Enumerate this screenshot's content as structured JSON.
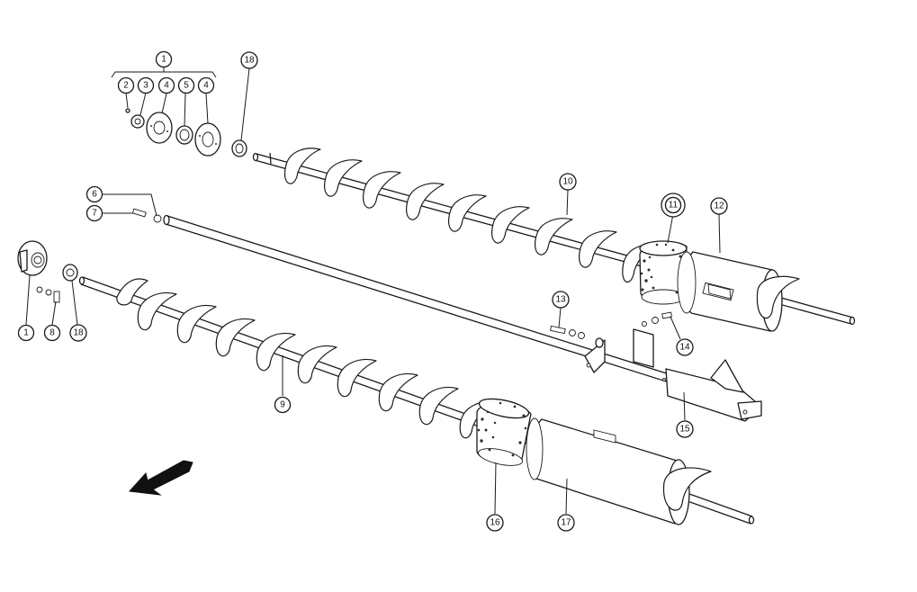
{
  "diagram": {
    "callouts": [
      {
        "id": "c1-top",
        "label": "1",
        "highlighted": false
      },
      {
        "id": "c2",
        "label": "2",
        "highlighted": false
      },
      {
        "id": "c3",
        "label": "3",
        "highlighted": false
      },
      {
        "id": "c4-a",
        "label": "4",
        "highlighted": false
      },
      {
        "id": "c5",
        "label": "5",
        "highlighted": false
      },
      {
        "id": "c4-b",
        "label": "4",
        "highlighted": false
      },
      {
        "id": "c18-top",
        "label": "18",
        "highlighted": false
      },
      {
        "id": "c10",
        "label": "10",
        "highlighted": false
      },
      {
        "id": "c11",
        "label": "11",
        "highlighted": true
      },
      {
        "id": "c12",
        "label": "12",
        "highlighted": false
      },
      {
        "id": "c6",
        "label": "6",
        "highlighted": false
      },
      {
        "id": "c7",
        "label": "7",
        "highlighted": false
      },
      {
        "id": "c1-left",
        "label": "1",
        "highlighted": false
      },
      {
        "id": "c8",
        "label": "8",
        "highlighted": false
      },
      {
        "id": "c18-left",
        "label": "18",
        "highlighted": false
      },
      {
        "id": "c13",
        "label": "13",
        "highlighted": false
      },
      {
        "id": "c14",
        "label": "14",
        "highlighted": false
      },
      {
        "id": "c9",
        "label": "9",
        "highlighted": false
      },
      {
        "id": "c15",
        "label": "15",
        "highlighted": false
      },
      {
        "id": "c16",
        "label": "16",
        "highlighted": false
      },
      {
        "id": "c17",
        "label": "17",
        "highlighted": false
      }
    ],
    "colors": {
      "highlight": "#b5c93a",
      "line": "#1a1a1a",
      "background": "#ffffff",
      "arrow": "#111111"
    },
    "icons": {
      "direction_arrow": "direction-arrow-icon"
    }
  }
}
